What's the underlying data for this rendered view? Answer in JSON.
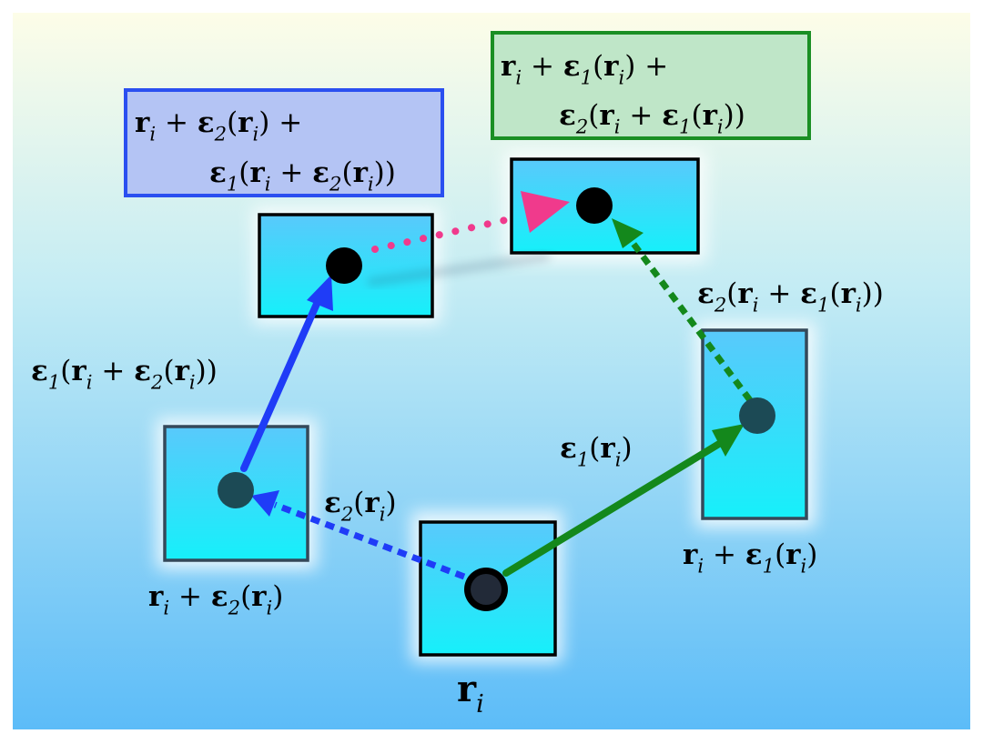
{
  "labels": {
    "origin": {
      "bold": "r",
      "sub": "i"
    },
    "node_eps1": [
      {
        "t": "r",
        "c": "bold"
      },
      {
        "t": "i",
        "c": "sub"
      },
      {
        "t": " + ",
        "c": "op"
      },
      {
        "t": "ε",
        "c": "bold"
      },
      {
        "t": "1",
        "c": "sub"
      },
      {
        "t": "(",
        "c": "op"
      },
      {
        "t": "r",
        "c": "bold"
      },
      {
        "t": "i",
        "c": "sub"
      },
      {
        "t": ")",
        "c": "op"
      }
    ],
    "node_eps2": [
      {
        "t": "r",
        "c": "bold"
      },
      {
        "t": "i",
        "c": "sub"
      },
      {
        "t": " + ",
        "c": "op"
      },
      {
        "t": "ε",
        "c": "bold"
      },
      {
        "t": "2",
        "c": "sub"
      },
      {
        "t": "(",
        "c": "op"
      },
      {
        "t": "r",
        "c": "bold"
      },
      {
        "t": "i",
        "c": "sub"
      },
      {
        "t": ")",
        "c": "op"
      }
    ],
    "arrow_eps1": [
      {
        "t": "ε",
        "c": "bold"
      },
      {
        "t": "1",
        "c": "sub"
      },
      {
        "t": "(",
        "c": "op"
      },
      {
        "t": "r",
        "c": "bold"
      },
      {
        "t": "i",
        "c": "sub"
      },
      {
        "t": ")",
        "c": "op"
      }
    ],
    "arrow_eps2": [
      {
        "t": "ε",
        "c": "bold"
      },
      {
        "t": "2",
        "c": "sub"
      },
      {
        "t": "(",
        "c": "op"
      },
      {
        "t": "r",
        "c": "bold"
      },
      {
        "t": "i",
        "c": "sub"
      },
      {
        "t": ")",
        "c": "op"
      }
    ],
    "arrow_eps1_after_eps2": [
      {
        "t": "ε",
        "c": "bold"
      },
      {
        "t": "1",
        "c": "sub"
      },
      {
        "t": "(",
        "c": "op"
      },
      {
        "t": "r",
        "c": "bold"
      },
      {
        "t": "i",
        "c": "sub"
      },
      {
        "t": " + ",
        "c": "op"
      },
      {
        "t": "ε",
        "c": "bold"
      },
      {
        "t": "2",
        "c": "sub"
      },
      {
        "t": "(",
        "c": "op"
      },
      {
        "t": "r",
        "c": "bold"
      },
      {
        "t": "i",
        "c": "sub"
      },
      {
        "t": "))",
        "c": "op"
      }
    ],
    "arrow_eps2_after_eps1": [
      {
        "t": "ε",
        "c": "bold"
      },
      {
        "t": "2",
        "c": "sub"
      },
      {
        "t": "(",
        "c": "op"
      },
      {
        "t": "r",
        "c": "bold"
      },
      {
        "t": "i",
        "c": "sub"
      },
      {
        "t": " + ",
        "c": "op"
      },
      {
        "t": "ε",
        "c": "bold"
      },
      {
        "t": "1",
        "c": "sub"
      },
      {
        "t": "(",
        "c": "op"
      },
      {
        "t": "r",
        "c": "bold"
      },
      {
        "t": "i",
        "c": "sub"
      },
      {
        "t": "))",
        "c": "op"
      }
    ],
    "box_blue_line1": [
      {
        "t": "r",
        "c": "bold"
      },
      {
        "t": "i",
        "c": "sub"
      },
      {
        "t": " + ",
        "c": "op"
      },
      {
        "t": "ε",
        "c": "bold"
      },
      {
        "t": "2",
        "c": "sub"
      },
      {
        "t": "(",
        "c": "op"
      },
      {
        "t": "r",
        "c": "bold"
      },
      {
        "t": "i",
        "c": "sub"
      },
      {
        "t": ") +",
        "c": "op"
      }
    ],
    "box_blue_line2": [
      {
        "t": "ε",
        "c": "bold"
      },
      {
        "t": "1",
        "c": "sub"
      },
      {
        "t": "(",
        "c": "op"
      },
      {
        "t": "r",
        "c": "bold"
      },
      {
        "t": "i",
        "c": "sub"
      },
      {
        "t": " + ",
        "c": "op"
      },
      {
        "t": "ε",
        "c": "bold"
      },
      {
        "t": "2",
        "c": "sub"
      },
      {
        "t": "(",
        "c": "op"
      },
      {
        "t": "r",
        "c": "bold"
      },
      {
        "t": "i",
        "c": "sub"
      },
      {
        "t": "))",
        "c": "op"
      }
    ],
    "box_green_line1": [
      {
        "t": "r",
        "c": "bold"
      },
      {
        "t": "i",
        "c": "sub"
      },
      {
        "t": " + ",
        "c": "op"
      },
      {
        "t": "ε",
        "c": "bold"
      },
      {
        "t": "1",
        "c": "sub"
      },
      {
        "t": "(",
        "c": "op"
      },
      {
        "t": "r",
        "c": "bold"
      },
      {
        "t": "i",
        "c": "sub"
      },
      {
        "t": ") +",
        "c": "op"
      }
    ],
    "box_green_line2": [
      {
        "t": "ε",
        "c": "bold"
      },
      {
        "t": "2",
        "c": "sub"
      },
      {
        "t": "(",
        "c": "op"
      },
      {
        "t": "r",
        "c": "bold"
      },
      {
        "t": "i",
        "c": "sub"
      },
      {
        "t": " + ",
        "c": "op"
      },
      {
        "t": "ε",
        "c": "bold"
      },
      {
        "t": "1",
        "c": "sub"
      },
      {
        "t": "(",
        "c": "op"
      },
      {
        "t": "r",
        "c": "bold"
      },
      {
        "t": "i",
        "c": "sub"
      },
      {
        "t": "))",
        "c": "op"
      }
    ]
  },
  "colors": {
    "background_top": "#fdfde8",
    "background_mid": "#c4ecf4",
    "background_bottom": "#5cbcf8",
    "cell_top": "#59c9fb",
    "cell_bottom": "#16f0fa",
    "blue_arrow": "#1f3cf7",
    "green_arrow": "#14881c",
    "pink_arrow": "#f03a8c",
    "blue_box_fill": "#b4c4f4",
    "blue_box_stroke": "#2a4ff0",
    "green_box_fill": "#bfe6c8",
    "green_box_stroke": "#1a8f24",
    "point": "#000000",
    "faded_point": "#1c4a55"
  }
}
